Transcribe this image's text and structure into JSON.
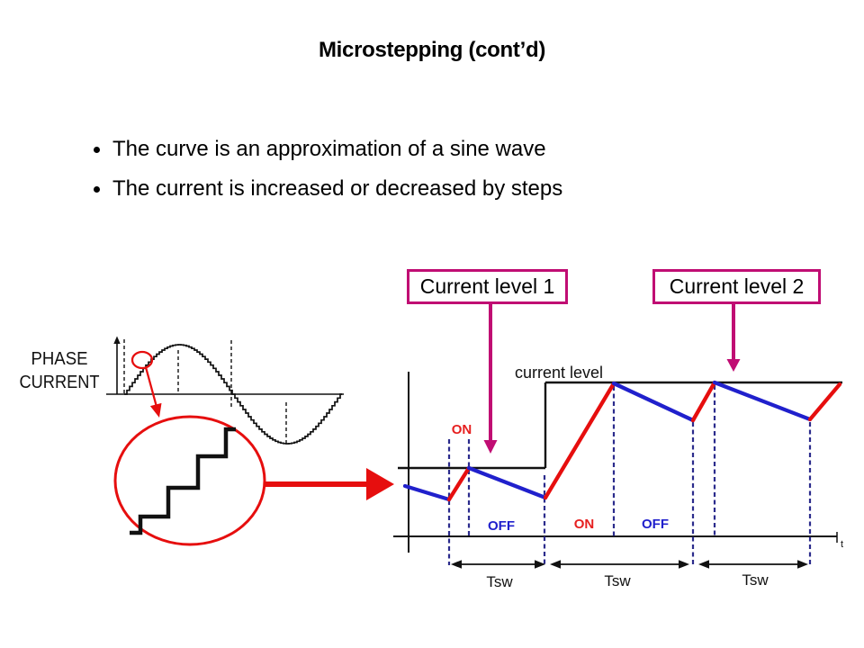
{
  "title": "Microstepping (cont’d)",
  "bullets": [
    "The curve is an approximation of a sine wave",
    "The current is increased or decreased by steps"
  ],
  "callouts": {
    "level1": "Current level 1",
    "level2": "Current level 2"
  },
  "left_diagram": {
    "label_line1": "PHASE",
    "label_line2": "CURRENT"
  },
  "right_diagram": {
    "current_level": "current level",
    "on1": "ON",
    "off1": "OFF",
    "on2": "ON",
    "off2": "OFF",
    "t": "t",
    "tsw": [
      "Tsw",
      "Tsw",
      "Tsw"
    ]
  },
  "colors": {
    "accent_magenta": "#C00D73",
    "waveform_red": "#E60E0E",
    "waveform_blue": "#2020CC",
    "dashed_navy": "#2B2B8C",
    "ink": "#111111",
    "background": "#FFFFFF"
  }
}
